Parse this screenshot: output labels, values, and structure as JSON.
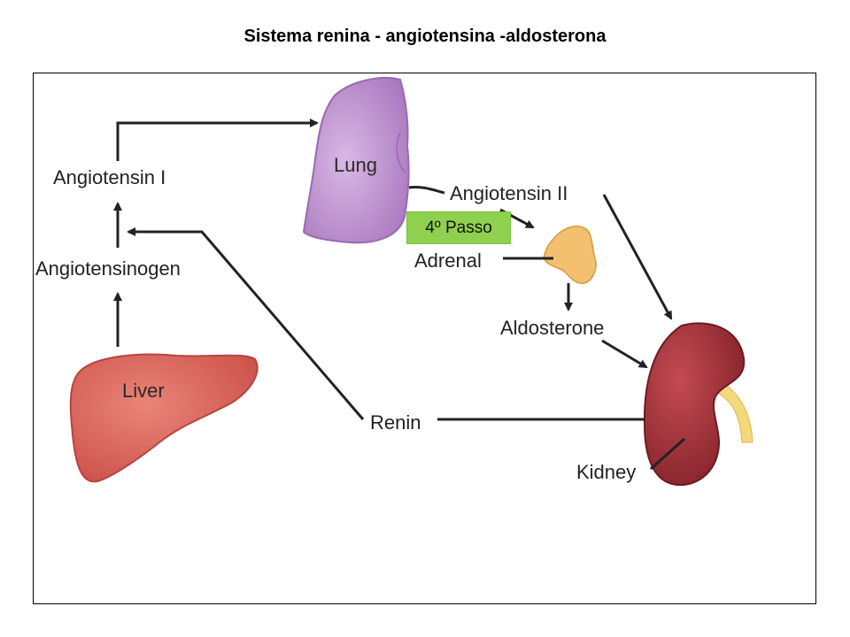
{
  "title": "Sistema renina - angiotensina -aldosterona",
  "step_badge": "4º Passo",
  "labels": {
    "angiotensin_i": "Angiotensin I",
    "angiotensinogen": "Angiotensinogen",
    "angiotensin_ii": "Angiotensin II",
    "adrenal": "Adrenal",
    "aldosterone": "Aldosterone",
    "renin": "Renin",
    "kidney": "Kidney"
  },
  "organs": {
    "lung": "Lung",
    "liver": "Liver"
  },
  "colors": {
    "lung": "#c39bd3",
    "liver": "#d9605a",
    "kidney": "#a8323a",
    "adrenal": "#f6c878",
    "badge": "#8fd14f"
  }
}
